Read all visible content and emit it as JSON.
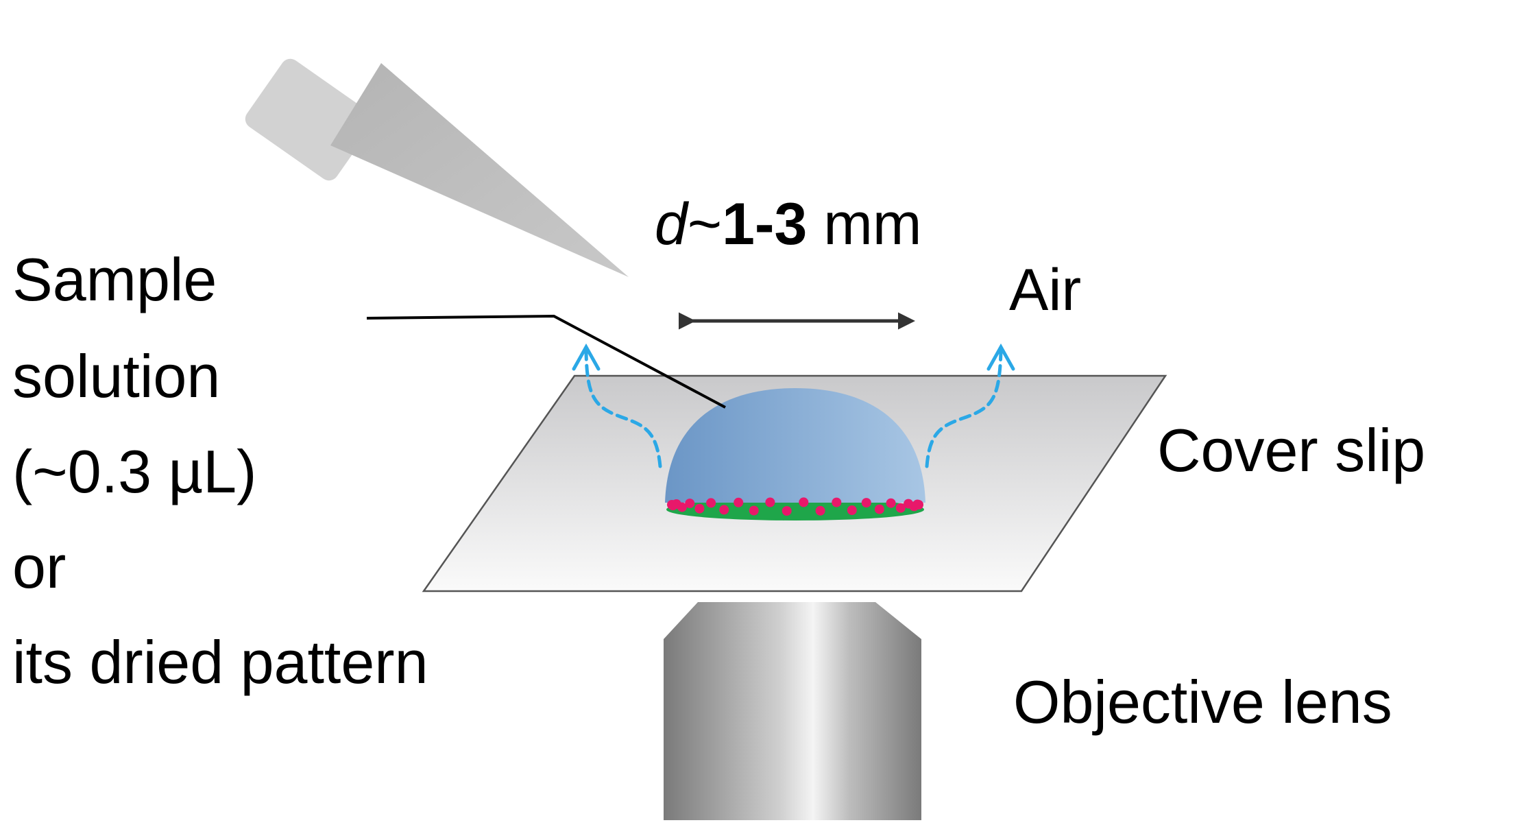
{
  "labels": {
    "dimension": {
      "symbol": "d",
      "tilde": "~",
      "range": "1-3",
      "unit": " mm"
    },
    "air": "Air",
    "sample_lines": [
      "Sample",
      "solution",
      "(~0.3 µL)",
      "or",
      "its dried pattern"
    ],
    "cover_slip": "Cover slip",
    "objective_lens": "Objective lens"
  },
  "colors": {
    "droplet_left": "#6B96C6",
    "droplet_right": "#A8C6E4",
    "dried_ring": "#1FA64A",
    "particles": "#E8186A",
    "evaporation_arrows": "#2BA8E6",
    "pipette_tip": "#BDBDBD",
    "pipette_body": "#D2D2D2",
    "slip_top": "#C9C9CB",
    "slip_bottom": "#FAFAFA",
    "lens_dark": "#7A7A7A",
    "lens_light": "#F4F4F4",
    "dimension_arrow": "#333333"
  }
}
